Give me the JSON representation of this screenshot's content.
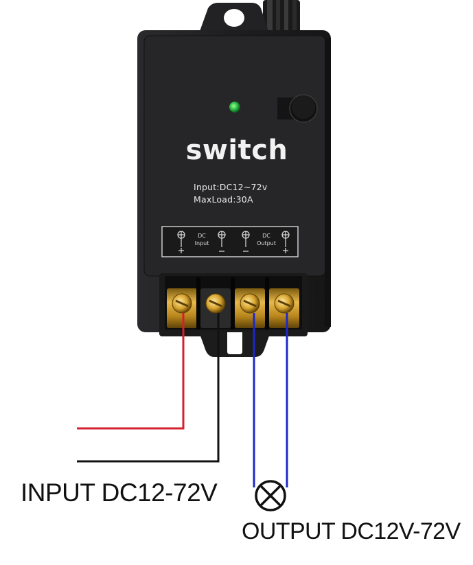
{
  "device": {
    "brand_label": "switch",
    "input_spec": "Input:DC12~72v",
    "max_load": "MaxLoad:30A",
    "terminal_labels": {
      "input_group_top": "DC",
      "input_group": "Input",
      "output_group_top": "DC",
      "output_group": "Output"
    },
    "led_color": "#27b341",
    "body_color": "#1f1f21"
  },
  "wiring": {
    "input_positive_color": "#d4202c",
    "input_negative_color": "#111111",
    "output_color": "#1d28c9",
    "input_caption": "INPUT DC12-72V",
    "output_caption": "OUTPUT DC12V-72V",
    "load_icon": "lamp-symbol-icon"
  }
}
